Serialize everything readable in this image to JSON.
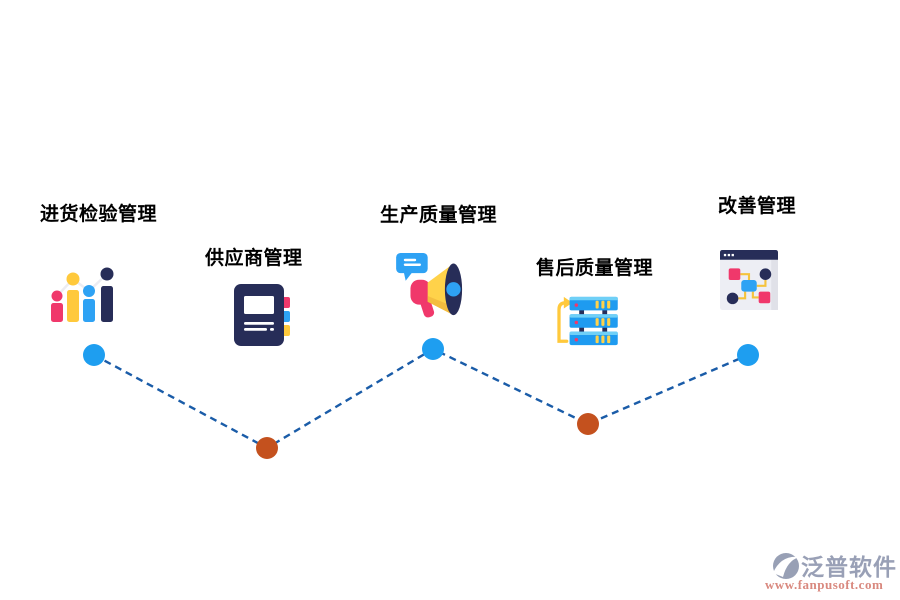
{
  "diagram": {
    "line_color": "#1A5CA8",
    "nodes": [
      {
        "label": "进货检验管理",
        "icon": "bar-chart-icon",
        "dot_color": "#1E9EF0"
      },
      {
        "label": "供应商管理",
        "icon": "notebook-icon",
        "dot_color": "#C4511E"
      },
      {
        "label": "生产质量管理",
        "icon": "megaphone-icon",
        "dot_color": "#1E9EF0"
      },
      {
        "label": "售后质量管理",
        "icon": "server-stack-icon",
        "dot_color": "#C4511E"
      },
      {
        "label": "改善管理",
        "icon": "browser-flowchart-icon",
        "dot_color": "#1E9EF0"
      }
    ]
  },
  "watermark": {
    "brand": "泛普软件",
    "url": "www.fanpusoft.com",
    "brand_color": "#99A0B6",
    "url_color": "#D9897F",
    "logo_color": "#98A0B5"
  },
  "palette": {
    "pink": "#F0386B",
    "yellow": "#FFC93C",
    "blue": "#2EA2F4",
    "navy": "#272D58",
    "light_gray": "#EDEEF4"
  }
}
